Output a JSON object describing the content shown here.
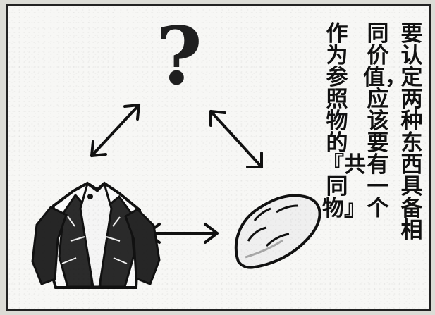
{
  "panel": {
    "question_mark": "?",
    "text_columns": [
      "要认定两种东西具备相",
      "同价值，应该要有一个",
      "作为参照物的『共同物』"
    ]
  },
  "icons": {
    "question": "question-mark-icon",
    "jacket": "jacket-icon",
    "bread": "bread-icon",
    "arrows": "double-arrow-icon"
  }
}
